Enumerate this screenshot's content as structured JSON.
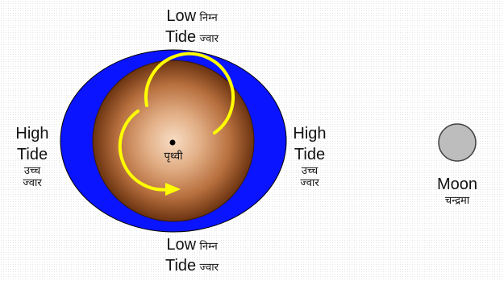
{
  "labels": {
    "low_top": {
      "line1_en": "Low",
      "line1_hi": "निम्न",
      "line2_en": "Tide",
      "line2_hi": "ज्वार"
    },
    "low_bottom": {
      "line1_en": "Low",
      "line1_hi": "निम्न",
      "line2_en": "Tide",
      "line2_hi": "ज्वार"
    },
    "high_left": {
      "line1": "High",
      "line2": "Tide",
      "hi1": "उच्च",
      "hi2": "ज्वार"
    },
    "high_right": {
      "line1": "High",
      "line2": "Tide",
      "hi1": "उच्च",
      "hi2": "ज्वार"
    },
    "earth": "पृथ्वी",
    "moon": {
      "en": "Moon",
      "hi": "चन्द्रमा"
    }
  },
  "colors": {
    "water": "#0a14ff",
    "earth_center": "#f8ddc4",
    "earth_mid": "#c98150",
    "earth_edge": "#6b3310",
    "rotation_arrow": "#ffff00",
    "moon_fill": "#bdbdbd",
    "moon_stroke": "#444444"
  },
  "icons": {
    "rotation": "rotation-arrow-icon",
    "center": "center-dot"
  }
}
